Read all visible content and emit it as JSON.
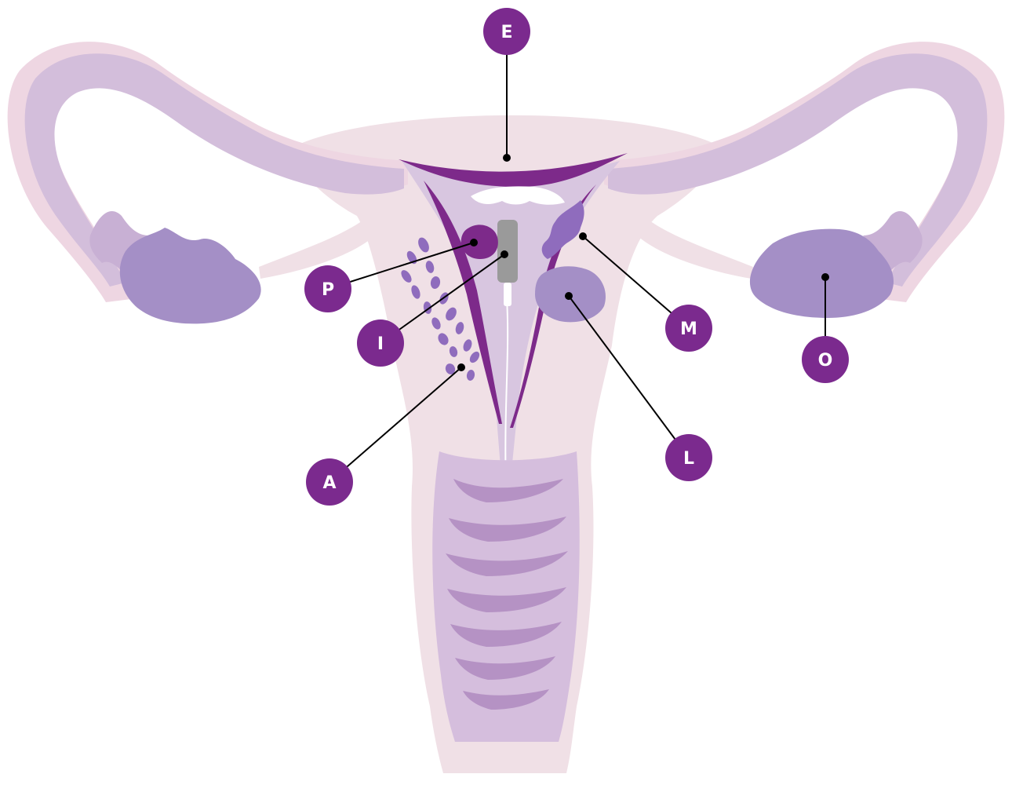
{
  "colors": {
    "background": "#ffffff",
    "outer_tissue": "#f0e0e6",
    "tube": "#d3bedb",
    "tube_dark": "#c2a9cf",
    "ovary": "#a48fc6",
    "lining": "#7d2a8a",
    "cavity": "#d8c6e0",
    "vaginal_fold": "#b592c4",
    "adenomyosis": "#8f6cbd",
    "iud": "#9a9a9a",
    "label_circle": "#7b2a8e",
    "label_text": "#ffffff",
    "leader_line": "#000000"
  },
  "labels": [
    {
      "id": "E",
      "text": "E",
      "icon": "marker-circle"
    },
    {
      "id": "P",
      "text": "P",
      "icon": "marker-circle"
    },
    {
      "id": "I",
      "text": "I",
      "icon": "marker-circle"
    },
    {
      "id": "A",
      "text": "A",
      "icon": "marker-circle"
    },
    {
      "id": "M",
      "text": "M",
      "icon": "marker-circle"
    },
    {
      "id": "L",
      "text": "L",
      "icon": "marker-circle"
    },
    {
      "id": "O",
      "text": "O",
      "icon": "marker-circle"
    }
  ]
}
